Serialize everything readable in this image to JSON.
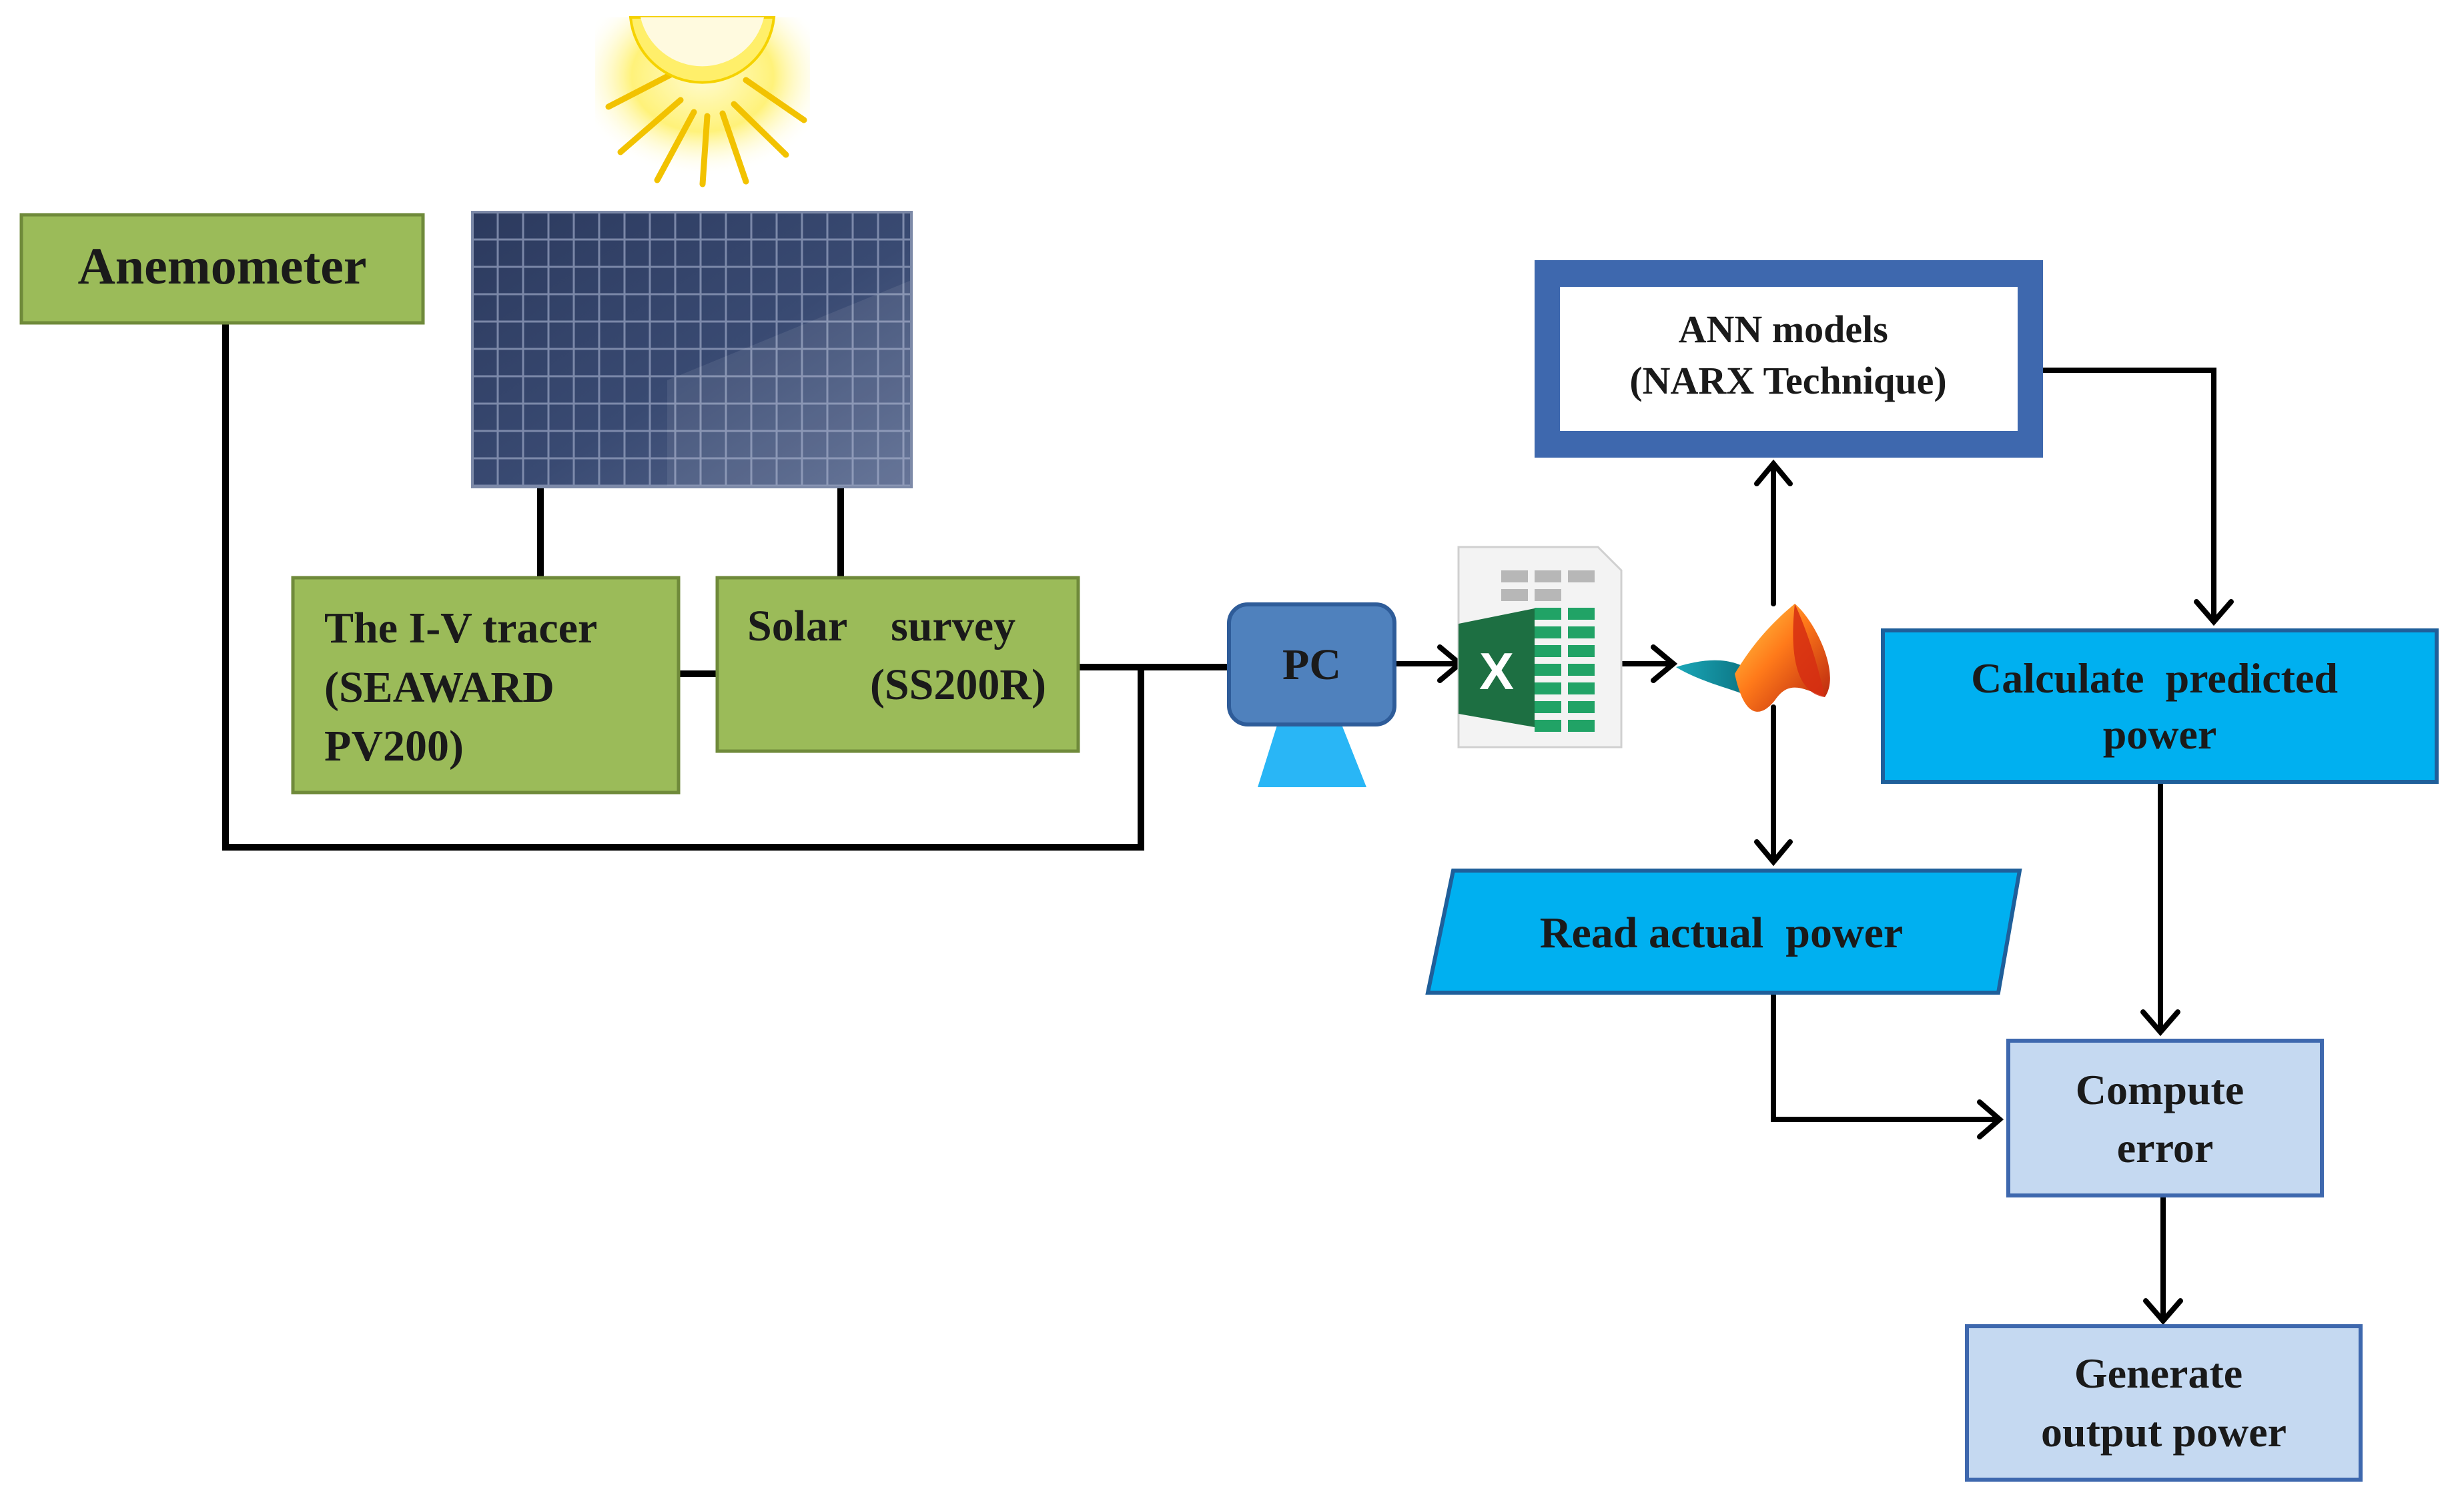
{
  "blocks": {
    "anemometer": "Anemometer",
    "iv_tracer": [
      "The I-V tracer",
      "(SEAWARD",
      "PV200)"
    ],
    "solar_survey": [
      "Solar    survey",
      "(SS200R)"
    ],
    "pc": "PC",
    "excel_icon": "X",
    "ann_models": [
      "ANN models",
      "(NARX Technique)"
    ],
    "calculate_power": [
      "Calculate  predicted",
      "power"
    ],
    "read_actual_power": "Read actual  power",
    "compute_error": [
      "Compute",
      "error"
    ],
    "generate_output": [
      "Generate",
      "output power"
    ]
  },
  "colors": {
    "green_fill": "#9bbb59",
    "green_stroke": "#6f8a3a",
    "cyan_fill": "#00b0f0",
    "cyan_stroke": "#1f5f9a",
    "navy": "#3e68ae",
    "light_blue_fill": "#c5d9f1",
    "light_blue_stroke": "#3e68ae",
    "pc_fill": "#4f81bd",
    "pc_stand": "#29b6f6",
    "excel_green": "#1d6f42"
  },
  "icons": {
    "sun": "sun-icon",
    "solar_panel": "solar-panel-icon",
    "pc": "computer-icon",
    "excel": "excel-icon",
    "matlab": "matlab-icon"
  }
}
